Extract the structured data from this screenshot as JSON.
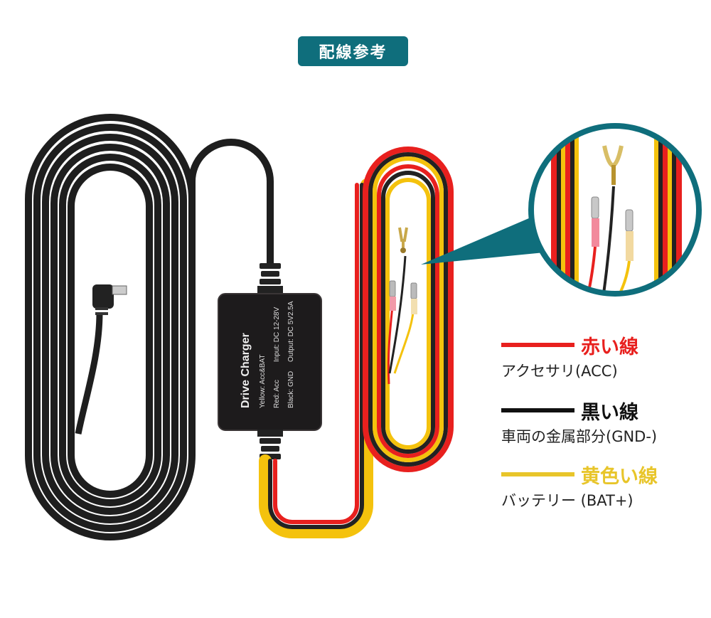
{
  "header": {
    "title": "配線参考"
  },
  "charger": {
    "brand": "Drive Charger",
    "input": "Input: DC 12-28V",
    "output": "Output: DC 5V2.5A",
    "yellow": "Yellow: Acc&BAT",
    "red": "Red: Acc",
    "black": "Black: GND"
  },
  "legend": {
    "red": {
      "name": "赤い線",
      "desc": "アクセサリ(ACC)",
      "color": "#e8201e"
    },
    "black": {
      "name": "黒い線",
      "desc": "車両の金属部分(GND-)",
      "color": "#111111"
    },
    "yellow": {
      "name": "黄色い線",
      "desc": "バッテリー (BAT+)",
      "color": "#e8c52a"
    }
  },
  "colors": {
    "accent": "#0f6e7c",
    "cable": "#1e1e1e"
  }
}
